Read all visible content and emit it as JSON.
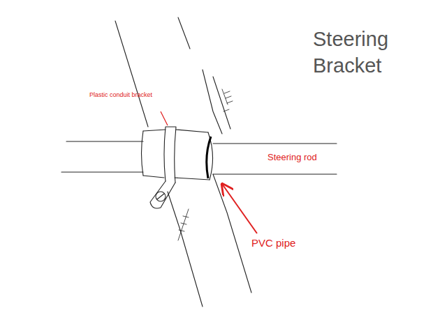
{
  "diagram": {
    "title": "Steering Bracket",
    "labels": [
      "Plastic conduit bracket",
      "Steering rod",
      "PVC pipe"
    ]
  }
}
